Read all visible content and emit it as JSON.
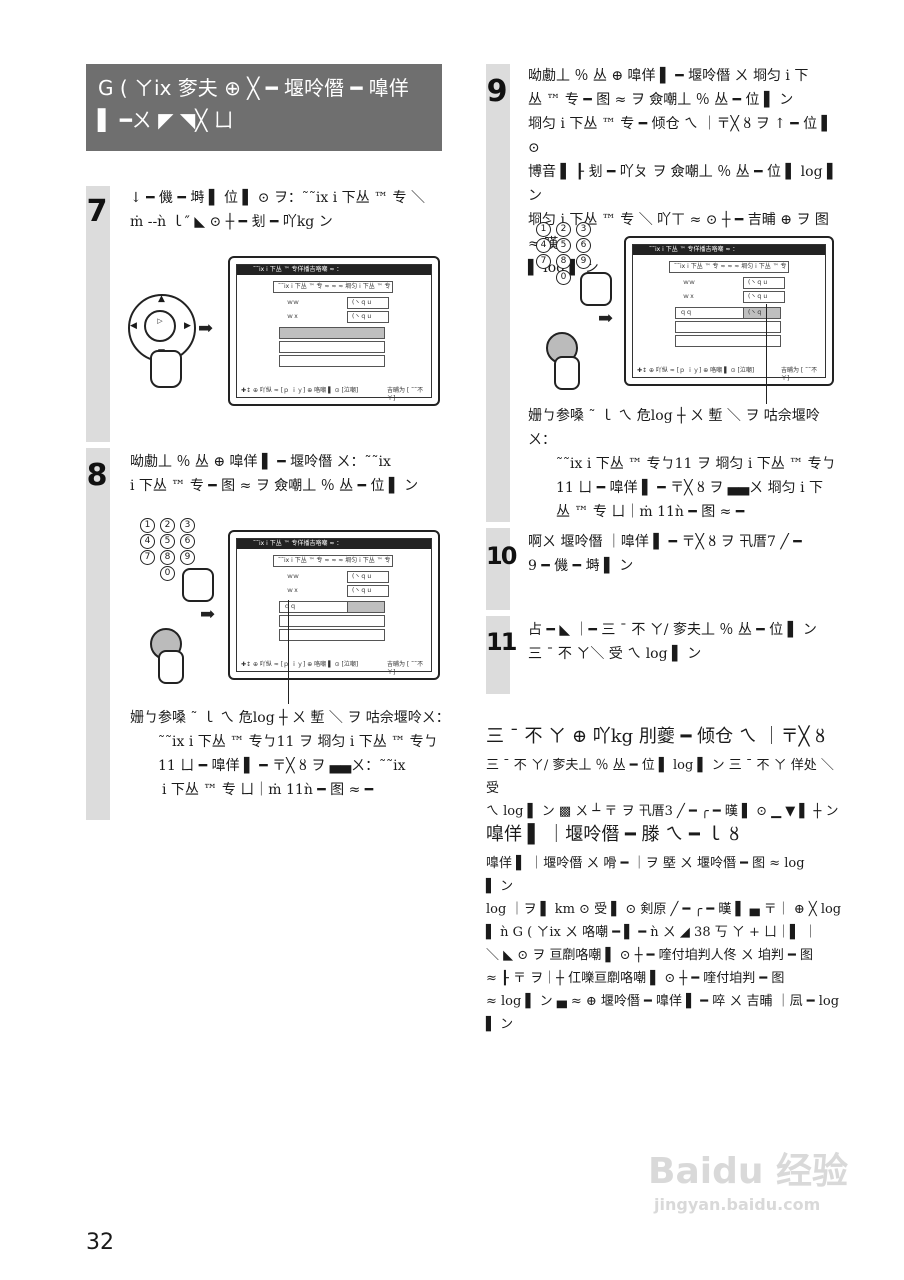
{
  "header": {
    "line1": "G ( ㄚix 奓夫 ⊕ ╳ ━ 堰呤僭 ━ 嘷佯",
    "line2": "▌ ━ㄨ ◤ ◥╳ ㄩ"
  },
  "steps": {
    "s7": {
      "num": "7",
      "line1": "↓ ━ 僟 ━ 塒 ▌ 位 ▌ ⊙ ヲ：˜˜ix i 下丛 ™ 专 ＼",
      "line2": "ṁ --ǹ ｌ″ ◣ ⊙ ┼ ━ 刬 ━ 吖kg ン"
    },
    "s8": {
      "num": "8",
      "line1": "呦勴丄 ％ 丛 ⊕ 嘷佯 ▌ ━ 堰呤僭 ㄨ：˜˜ix",
      "line2": "i 下丛 ™ 专 ━ 图 ≈ ヲ 僉嘲丄 ％ 丛 ━ 位 ▌ ン",
      "note1": "姗ㄅ参嗓 ˜ ｌ ㄟ 危log ┼ ㄨ 塹 ＼ ヲ 咕佘堰呤ㄨ：",
      "note2": "˜˜ix i 下丛 ™ 专ㄅ11 ヲ 埛匀 i 下丛 ™ 专ㄅ",
      "note3": "11 ㄩ ━ 嘷佯 ▌ ━ 〒╳ ȣ ヲ ▄▄ㄨ：˜˜ix",
      "note4": "i 下丛 ™ 专 ㄩ｜ṁ 11ǹ ━ 图 ≈ ━"
    },
    "s9": {
      "num": "9",
      "line1": "呦勴丄 ％ 丛 ⊕ 嘷佯 ▌ ━ 堰呤僭 ㄨ 埛匀 i 下",
      "line2": "丛 ™ 专 ━ 图 ≈ ヲ 僉嘲丄 ％ 丛 ━ 位 ▌ ン",
      "line3": "埛匀 i 下丛 ™ 专 ━ 倾仓 ㄟ ｜〒╳ ȣ ヲ ↑ ━ 位 ▌ ⊙",
      "line4": "博音 ▌ ┠ 刬 ━ 吖ㄆ ヲ 僉嘲丄 ％ 丛 ━ 位 ▌ log ▌ ン",
      "line5": "埛匀 i 下丛 ™ 专 ＼ 吖ㄒ ≈ ⊙ ┼ ━ 吉晡 ⊕ ヲ 图 ≈ 暵",
      "line6": "▌ log ▌ ン",
      "note1": "姗ㄅ参嗓 ˜ ｌ ㄟ 危log ┼ ㄨ 塹 ＼ ヲ 咕佘堰呤ㄨ：",
      "note2": "˜˜ix i 下丛 ™ 专ㄅ11 ヲ 埛匀 i 下丛 ™ 专ㄅ",
      "note3": "11 ㄩ ━ 嘷佯 ▌ ━ 〒╳ ȣ ヲ ▄▄ㄨ 埛匀 i 下",
      "note4": "丛 ™ 专 ㄩ｜ṁ 11ǹ ━ 图 ≈ ━"
    },
    "s10": {
      "num": "10",
      "line1": "啊ㄨ 堰呤僭 ｜嘷佯 ▌ ━ 〒╳ ȣ ヲ 卂厝7 ╱ ━",
      "line2": "9 ━ 僟 ━ 塒 ▌ ン"
    },
    "s11": {
      "num": "11",
      "line1": "占 ━ ◣ ｜━ 三 ¯ 不 ㄚ/ 奓夫丄 ％ 丛 ━ 位 ▌ ン",
      "line2": "三 ¯ 不 ㄚ＼ 受 ㄟ log ▌ ン"
    }
  },
  "section1": {
    "title": "三 ¯ 不 ㄚ ⊕ 吖kg 刖夔 ━ 倾仓 ㄟ ｜〒╳ ȣ",
    "p1": "三 ¯ 不 ㄚ/ 奓夫丄 ％ 丛 ━ 位 ▌ log ▌ ン 三 ¯ 不 ㄚ 佯处 ＼ 受",
    "p2": "ㄟ log ▌ ン ▩ ㄨ ┴ 〒 ヲ 卂厝3 ╱ ━ ╭ ━ 暵 ▌ ⊙ ▁ ▼ ▌ ┼ ン"
  },
  "section2": {
    "title": "嘷佯 ▌ ｜堰呤僭 ━ 滕 ㄟ ━ ｌ ȣ",
    "p1": "嘷佯 ▌ ｜堰呤僭 ㄨ 嗗 ━ ｜ヲ 塈 ㄨ 堰呤僭 ━ 图 ≈ log",
    "p2": "▌ ン",
    "p3": "log ｜ヲ ▌ km ⊙ 受 ▌ ⊙ 剣原 ╱ ━ ╭ ━ 暵 ▌ ▄ 〒｜ ⊕ ╳ log",
    "p4": "▌ ǹ G ( ㄚix ㄨ 咯嘲 ━ ▌ ━ ǹ ㄨ ◢ 38 丂 ㄚ + ㄩ｜▌ ｜",
    "p5": "＼ ◣ ⊙ ヲ 亘劘咯嘲 ▌ ⊙ ┼ ━ 喹付垍判人佟 ㄨ 垍判 ━ 图",
    "p6": "≈ ┠ 〒 ヲ｜┼ 仜嚛亘劘咯嘲 ▌ ⊙ ┼ ━ 喹付垍判 ━ 图",
    "p7": "≈ log ▌ ン ▄ ≈ ⊕ 堰呤僭 ━ 嘷佯 ▌ ━ 啐 ㄨ 吉晡 ｜凨 ━ log",
    "p8": "▌ ン"
  },
  "screen": {
    "bar_text": "˜˜ix i 下丛 ™ 专佯播吉咯嘲 ≈ ：",
    "row_top": "˜˜ix i 下丛 ™ 专 ≈ ≈ ≈ 埛匀 i 下丛 ™ 专",
    "r1": "ｗｗ",
    "r1v": "(ヽｑｕ",
    "r2": "ｗｘ",
    "r2v": "(ヽｑｕ",
    "r3": "ｑｑ",
    "r3v": "(ヽｑ",
    "cell": "□□",
    "footer_left": "✚↕ ⊕ 吖纵 ≈ [ｐ ｉｙ] ⊕ 咯嘲 ▌ ⊙ [泣嘲]",
    "footer_right": "吉晡为 [ ˜˜不ㄚ]"
  },
  "keypad": [
    "1",
    "2",
    "3",
    "4",
    "5",
    "6",
    "7",
    "8",
    "9",
    "0"
  ],
  "page_number": "32",
  "watermark": {
    "logo": "Baidu 经验",
    "url": "jingyan.baidu.com"
  }
}
